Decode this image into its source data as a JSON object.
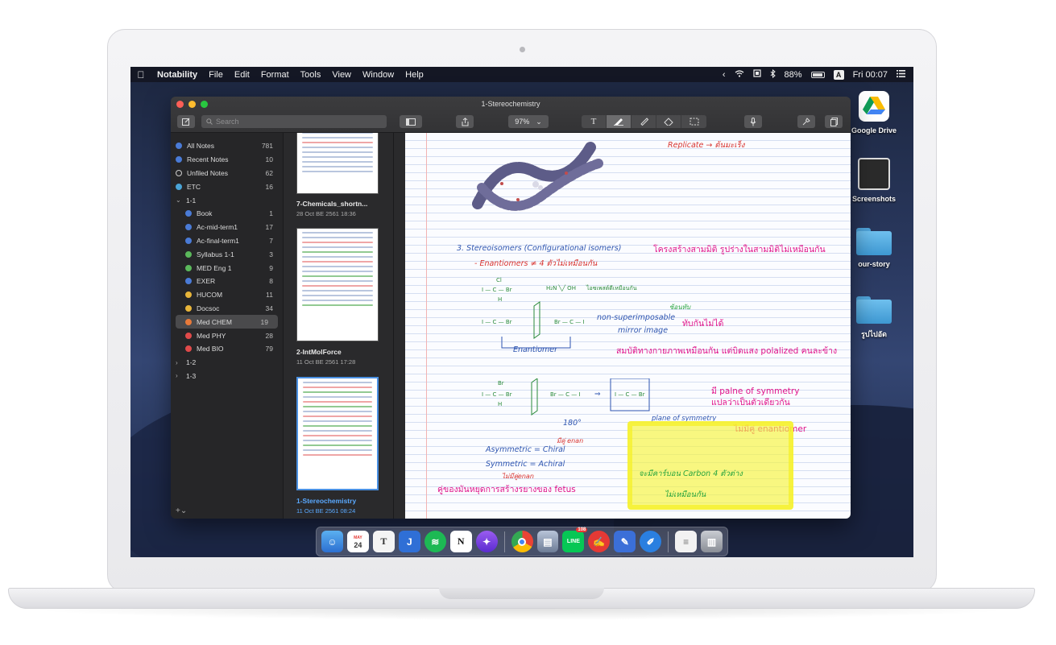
{
  "menubar": {
    "app": "Notability",
    "menus": [
      "File",
      "Edit",
      "Format",
      "Tools",
      "View",
      "Window",
      "Help"
    ],
    "battery": "88%",
    "input_source": "A",
    "clock": "Fri 00:07"
  },
  "desktop": {
    "items": [
      {
        "label": "Google Drive",
        "icon": "google-drive-icon"
      },
      {
        "label": "Screenshots",
        "icon": "screenshots-folder-icon"
      },
      {
        "label": "our-story",
        "icon": "folder-icon"
      },
      {
        "label": "รูปไปอัด",
        "icon": "folder-icon"
      }
    ]
  },
  "window": {
    "title": "1-Stereochemistry",
    "search_placeholder": "Search",
    "zoom": "97%",
    "zoom_caret": "⌄",
    "tool_text": "T"
  },
  "sidebar": {
    "items": [
      {
        "label": "All Notes",
        "count": "781",
        "color": "#4a7bd6"
      },
      {
        "label": "Recent Notes",
        "count": "10",
        "color": "#4a7bd6"
      },
      {
        "label": "Unfiled Notes",
        "count": "62",
        "color": "#2a2a2c"
      },
      {
        "label": "ETC",
        "count": "16",
        "color": "#4aa4d6"
      },
      {
        "label": "1-1",
        "count": "",
        "color": ""
      },
      {
        "label": "Book",
        "count": "1",
        "color": "#4a7bd6"
      },
      {
        "label": "Ac-mid-term1",
        "count": "17",
        "color": "#4a7bd6"
      },
      {
        "label": "Ac-final-term1",
        "count": "7",
        "color": "#4a7bd6"
      },
      {
        "label": "Syllabus 1-1",
        "count": "3",
        "color": "#5bb85b"
      },
      {
        "label": "MED Eng 1",
        "count": "9",
        "color": "#5bb85b"
      },
      {
        "label": "EXER",
        "count": "8",
        "color": "#4a7bd6"
      },
      {
        "label": "HUCOM",
        "count": "11",
        "color": "#e8b53a"
      },
      {
        "label": "Docsoc",
        "count": "34",
        "color": "#e8b53a"
      },
      {
        "label": "Med CHEM",
        "count": "19",
        "color": "#e87a3a"
      },
      {
        "label": "Med PHY",
        "count": "28",
        "color": "#e04a4a"
      },
      {
        "label": "Med BIO",
        "count": "79",
        "color": "#e04a4a"
      },
      {
        "label": "1-2",
        "count": "",
        "color": ""
      },
      {
        "label": "1-3",
        "count": "",
        "color": ""
      }
    ],
    "add_label": "+⌄"
  },
  "notes": [
    {
      "title": "7-Chemicals_shortn...",
      "date": "28 Oct BE 2561 18:36"
    },
    {
      "title": "2-IntMolForce",
      "date": "11 Oct BE 2561 17:28"
    },
    {
      "title": "1-Stereochemistry",
      "date": "11 Oct BE 2561 08:24"
    }
  ],
  "page": {
    "replicate": "Replicate → ต้นมะเร็ง",
    "heading": "3. Stereoisomers (Configurational isomers)",
    "thai1": "โครงสร้างสามมิติ รูปร่างในสามมิติไม่เหมือนกัน",
    "enantiomers": "- Enantiomers ≠ 4 ตัวไม่เหมือนกัน",
    "nonsuper": "non-superimposable",
    "mirror": "mirror image",
    "overlap": "ทับกันไม่ได้",
    "overlap_note": "ซ้อนทับ",
    "enantiomer_label": "Enantiomer",
    "thai2": "สมบัติทางกายภาพเหมือนกัน แต่บิดแสง polalized คนละข้าง",
    "plane": "มี palne of symmetry",
    "plane2": "แปลว่าเป็นตัวเดียวกัน",
    "no_enant": "ไม่มีคู่ enantiomer",
    "plane_label": "plane of symmetry",
    "rot": "180°",
    "asym": "Asymmetric = Chiral",
    "sym": "Symmetric = Achiral",
    "chiral_note": "มีคู่ enan",
    "achiral_note": "ไม่มีคู่enan",
    "fetus": "คู่ของมันหยุดการสร้างรยางของ fetus",
    "yellow1": "จะมีคาร์บอน Carbon 4 ตัวต่าง",
    "yellow2": "ไม่เหมือนกัน"
  },
  "dock": {
    "calendar_month": "MAY",
    "calendar_day": "24",
    "line_badge": "108"
  }
}
